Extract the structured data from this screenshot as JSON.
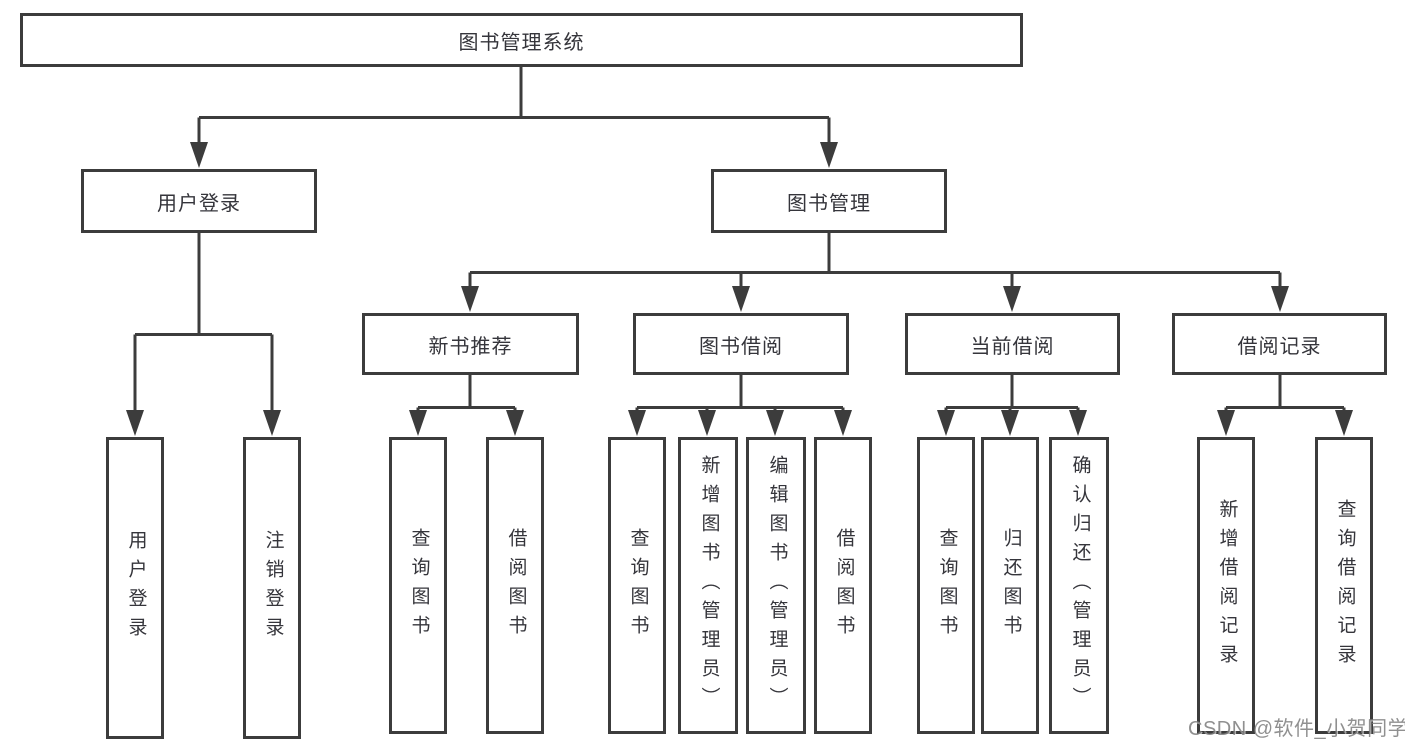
{
  "root": {
    "label": "图书管理系统"
  },
  "branches": {
    "user_login": {
      "label": "用户登录",
      "children": [
        {
          "label": "用户登录"
        },
        {
          "label": "注销登录"
        }
      ]
    },
    "book_management": {
      "label": "图书管理",
      "sections": [
        {
          "label": "新书推荐",
          "children": [
            {
              "label": "查询图书"
            },
            {
              "label": "借阅图书"
            }
          ]
        },
        {
          "label": "图书借阅",
          "children": [
            {
              "label": "查询图书"
            },
            {
              "label": "新增图书（管理员）"
            },
            {
              "label": "编辑图书（管理员）"
            },
            {
              "label": "借阅图书"
            }
          ]
        },
        {
          "label": "当前借阅",
          "children": [
            {
              "label": "查询图书"
            },
            {
              "label": "归还图书"
            },
            {
              "label": "确认归还（管理员）"
            }
          ]
        },
        {
          "label": "借阅记录",
          "children": [
            {
              "label": "新增借阅记录"
            },
            {
              "label": "查询借阅记录"
            }
          ]
        }
      ]
    }
  },
  "watermark": {
    "text": "CSDN @软件_小贺同学"
  },
  "style": {
    "line_color": "#3c3c3c",
    "text_color": "#35353b",
    "watermark_color": "#7d7d7d",
    "background": "#ffffff"
  }
}
